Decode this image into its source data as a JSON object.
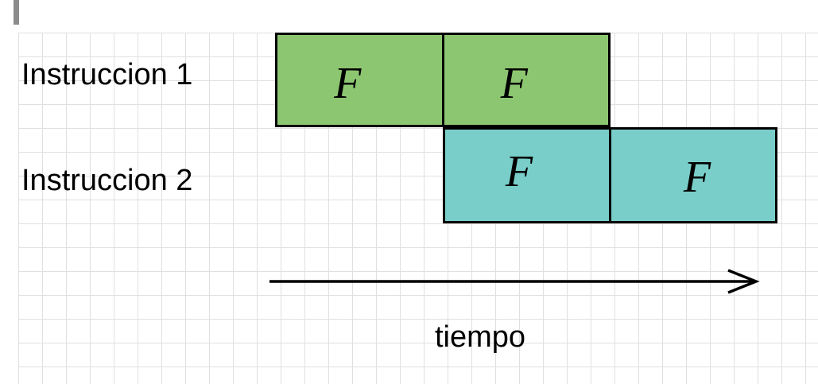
{
  "rows": [
    {
      "label": "Instruccion 1",
      "fill": "#8dc671",
      "start_offset_stages": 0,
      "stages": [
        {
          "label": "F"
        },
        {
          "label": "F"
        }
      ]
    },
    {
      "label": "Instruccion 2",
      "fill": "#79cec9",
      "start_offset_stages": 1,
      "stages": [
        {
          "label": "F"
        },
        {
          "label": "F"
        }
      ]
    }
  ],
  "axis": {
    "label": "tiempo",
    "direction": "right"
  },
  "colors": {
    "green_fill": "#8dc671",
    "teal_fill": "#79cec9",
    "stroke": "#000000",
    "text": "#000000",
    "grid": "#e0e0e0",
    "gray_bar": "#8c8c8c"
  }
}
